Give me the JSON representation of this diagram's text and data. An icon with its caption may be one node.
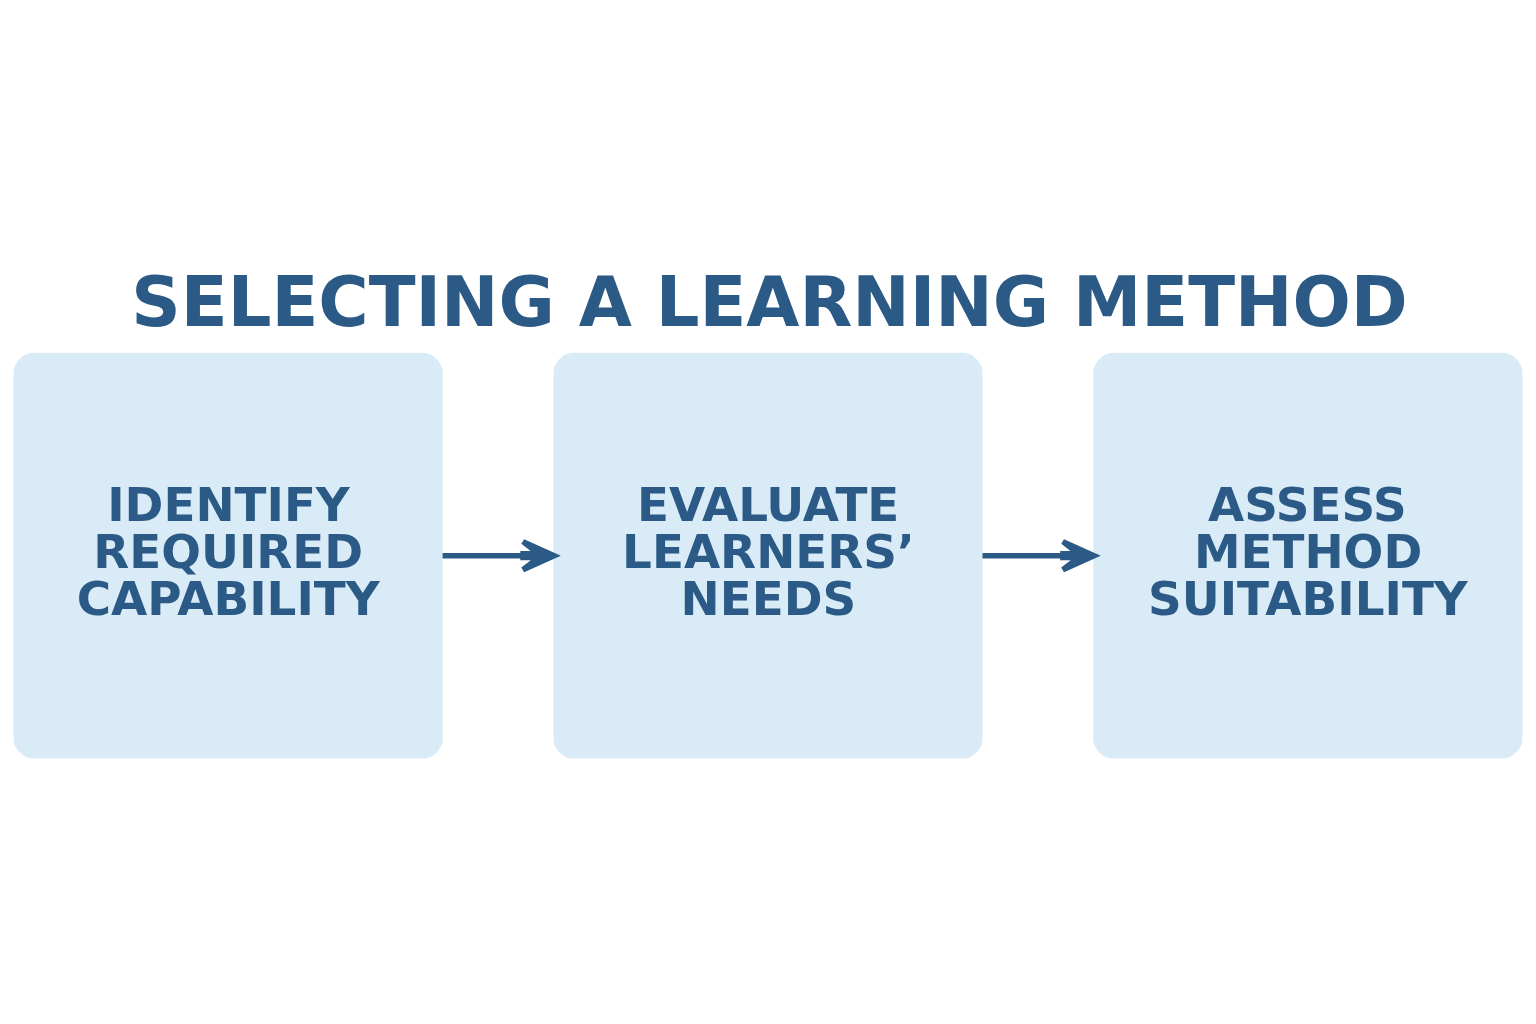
{
  "diagram": {
    "title": "SELECTING A LEARNING METHOD",
    "nodes": [
      {
        "text": [
          "IDENTIFY REQUIRED CAPABILITY"
        ]
      },
      {
        "text": [
          "EVALUATE LEARNERS’ NEEDS"
        ]
      },
      {
        "text": [
          "ASSESS METHOD SUITABILITY"
        ]
      }
    ],
    "edges": [
      {
        "from": 0,
        "to": 1,
        "arrow": "to"
      },
      {
        "from": 1,
        "to": 2,
        "arrow": "to"
      }
    ]
  }
}
